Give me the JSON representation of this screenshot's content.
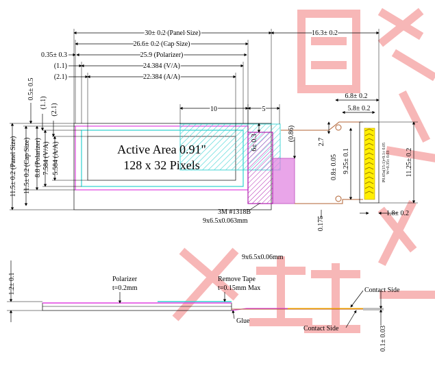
{
  "title": {
    "line1": "Active Area 0.91\"",
    "line2": "128 x 32 Pixels"
  },
  "top_dims": {
    "panel_size": "30± 0.2 (Panel Size)",
    "cap_size": "26.6± 0.2 (Cap Size)",
    "polarizer_offset": "0.35± 0.3",
    "polarizer": "25.9 (Polarizer)",
    "va_offset": "(1.1)",
    "va": "24.384 (V/A)",
    "aa_offset": "(2.1)",
    "aa": "22.384 (A/A)",
    "fpc_length": "16.3± 0.2",
    "fpc_ten": "10",
    "fpc_five": "5"
  },
  "left_dims": {
    "d05": "0.5± 0.5",
    "d11": "(1.1)",
    "d21": "(2.1)",
    "aa": "5.584 (A/A)",
    "va": "7.584 (V/A)",
    "pol": "8.8 (Polarizer)",
    "cap": "11.5± 0.2 (Cap Size)",
    "panel": "11.5± 0.2 (Panel Size)"
  },
  "fpc_dims": {
    "d6": "6± 0.3",
    "d086": "(0.86)",
    "d27": "2.7",
    "d08": "0.8± 0.05",
    "d925": "9.25± 0.1",
    "d68": "6.8± 0.2",
    "d58": "5.8± 0.2",
    "d1125": "11.25± 0.2",
    "d18": "1.8± 0.2",
    "d0175": "0.175",
    "pitch": "P0.65x(15-1)=9.1± 0.05",
    "width": "W=0.35± 0.03"
  },
  "tape": {
    "name": "3M #1318B",
    "size": "9x6.5x0.063mm",
    "size_side": "9x6.5x0.06mm"
  },
  "side": {
    "thickness": "1.2± 0.1",
    "polarizer_label": "Polarizer",
    "polarizer_t": "t=0.2mm",
    "tape_label": "Remove Tape",
    "tape_t": "t=0.15mm Max",
    "glue": "Glue",
    "contact_side_1": "Contact Side",
    "contact_side_2": "Contact Side",
    "fpc_thickness": "0.1± 0.03"
  },
  "colors": {
    "magenta": "#e040e0",
    "cyan": "#30d0d0",
    "yellow": "#ffee00",
    "brown": "#b06030",
    "watermark": "#f5a0a0"
  }
}
